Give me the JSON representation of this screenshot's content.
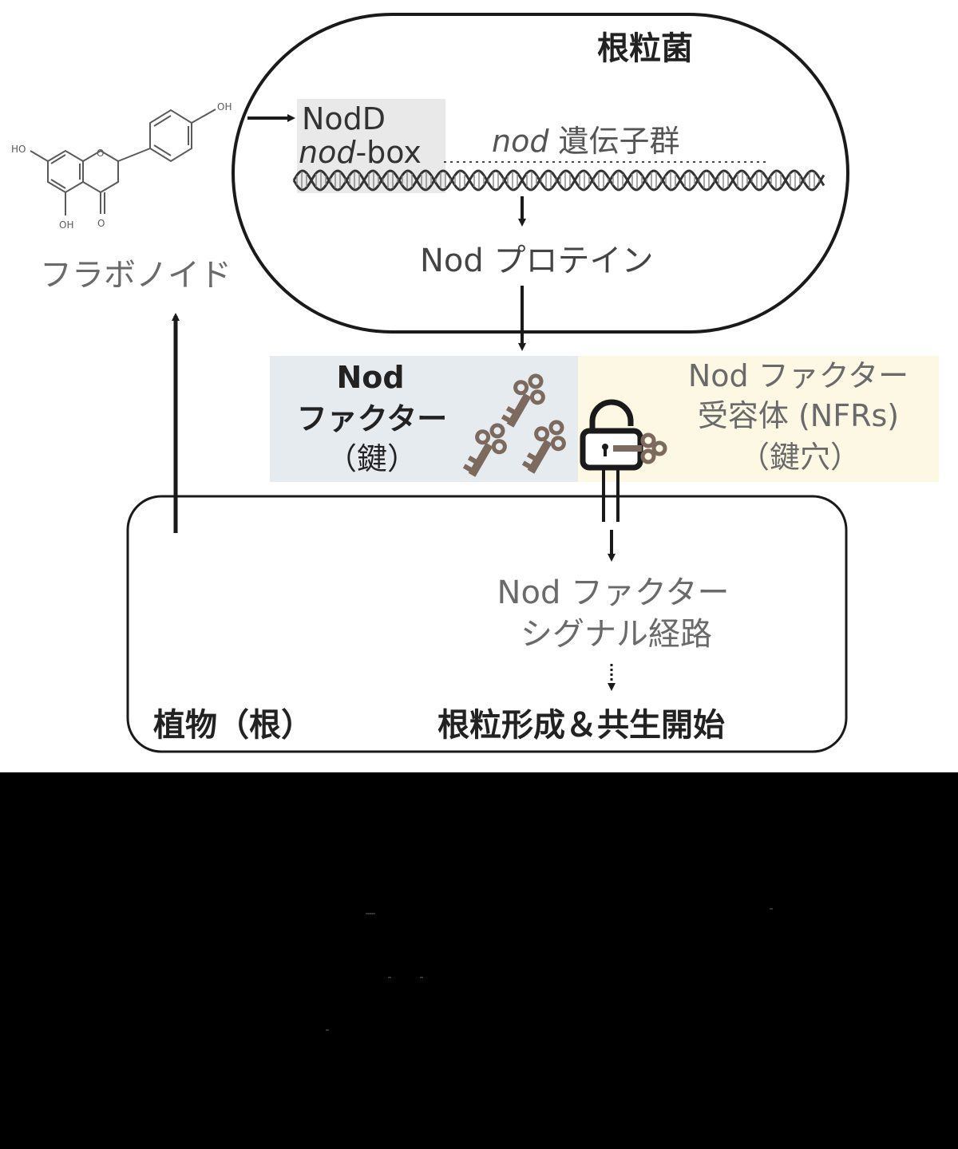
{
  "colors": {
    "diagram_bg": "#ffffff",
    "page_bg": "#000000",
    "stroke": "#1a1a1a",
    "gray_text": "#6a6a6a",
    "key_brown": "#7d6a5e",
    "key_panel_bg": "#e6ebef",
    "receptor_panel_bg": "#fcf8e3",
    "nodbox_bg": "#e9e9e9"
  },
  "labels": {
    "rhizobia": "根粒菌",
    "flavonoid": "フラボノイド",
    "nodD": "NodD",
    "nod_box_italic": "nod",
    "nod_box_rest": "-box",
    "nod_genes_italic": "nod",
    "nod_genes_rest": " 遺伝子群",
    "nod_protein": "Nod プロテイン",
    "nod_factor_line1": "Nod",
    "nod_factor_line2": "ファクター",
    "nod_factor_line3": "（鍵）",
    "receptor_line1": "Nod ファクター",
    "receptor_line2": "受容体 (NFRs)",
    "receptor_line3": "（鍵穴）",
    "signal_line1": "Nod ファクター",
    "signal_line2": "シグナル経路",
    "plant_root": "植物（根）",
    "nodulation": "根粒形成＆共生開始"
  },
  "molecule_labels": {
    "oh_top": "OH",
    "oh_left": "HO",
    "oh_bottom": "OH",
    "ketone_o": "O",
    "ring_o": "O"
  },
  "icons": {
    "keys": "key-icon",
    "lock": "padlock-icon",
    "dna": "dna-helix-icon",
    "molecule": "flavonoid-structure-icon"
  }
}
